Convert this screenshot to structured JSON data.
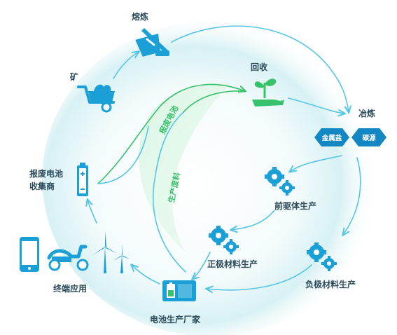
{
  "labels": {
    "kuang": "矿",
    "rongLian": "熔炼",
    "huiShou": "回收",
    "yeLian": "冶炼",
    "jinShuYan": "金属盐",
    "tanYuan": "碳源",
    "qianQuTi": "前驱体生产",
    "zhengJi": "正极材料生产",
    "fuJi": "负极材料生产",
    "dianChiChangJia": "电池生产厂家",
    "zhongDuan": "终端应用",
    "baoFeiLine1": "报废电池",
    "baoFeiLine2": "收集商",
    "baoFeiArc": "报废电池",
    "shengChanFeiLiao": "生产废料"
  },
  "colors": {
    "primary": "#1aa0d6",
    "primaryDark": "#1387c4",
    "green": "#37c26b",
    "arrow": "#55c6e6",
    "text": "#2b4a5a"
  }
}
